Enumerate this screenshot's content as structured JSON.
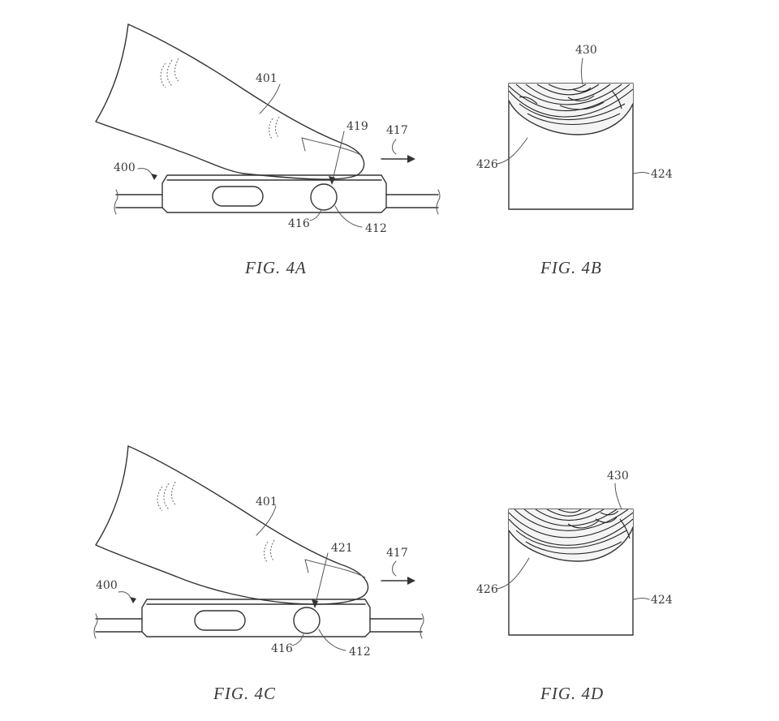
{
  "figures": [
    {
      "id": "4A",
      "caption": "FIG. 4A",
      "labels": {
        "finger": "401",
        "device": "400",
        "contact": "419",
        "direction": "417",
        "sensor": "416",
        "button": "412"
      }
    },
    {
      "id": "4B",
      "caption": "FIG. 4B",
      "labels": {
        "ridges": "430",
        "edge": "426",
        "frame": "424"
      }
    },
    {
      "id": "4C",
      "caption": "FIG. 4C",
      "labels": {
        "finger": "401",
        "device": "400",
        "contact": "421",
        "direction": "417",
        "sensor": "416",
        "button": "412"
      }
    },
    {
      "id": "4D",
      "caption": "FIG. 4D",
      "labels": {
        "ridges": "430",
        "edge": "426",
        "frame": "424"
      }
    }
  ]
}
